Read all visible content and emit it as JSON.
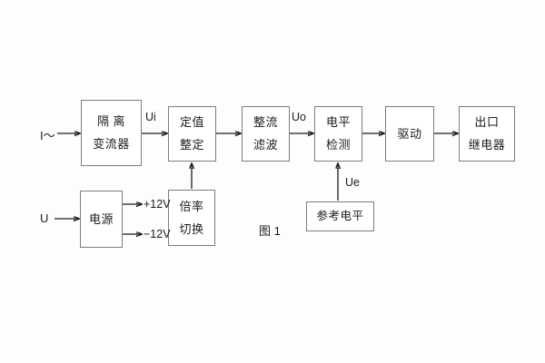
{
  "figure": {
    "caption": "图 1",
    "type": "block-diagram",
    "background_color": "#fdfdfd",
    "line_color": "#1c1c1c",
    "box_border_color": "#7d7d7d"
  },
  "blocks": [
    {
      "id": "isolation-ct",
      "lines": [
        "隔 离",
        "变流器"
      ]
    },
    {
      "id": "setting",
      "lines": [
        "定值",
        "整定"
      ]
    },
    {
      "id": "rectify-filter",
      "lines": [
        "整流",
        "滤波"
      ]
    },
    {
      "id": "level-detect",
      "lines": [
        "电平",
        "检测"
      ]
    },
    {
      "id": "drive",
      "lines": [
        "驱动"
      ]
    },
    {
      "id": "output-relay",
      "lines": [
        "出口",
        "继电器"
      ]
    },
    {
      "id": "power-supply",
      "lines": [
        "电源"
      ]
    },
    {
      "id": "multiplier-switch",
      "lines": [
        "倍率",
        "切换"
      ]
    },
    {
      "id": "reference-level",
      "lines": [
        "参考电平"
      ]
    }
  ],
  "labels": {
    "input_current": "I～",
    "input_voltage": "U",
    "ui": "Ui",
    "uo": "Uo",
    "ue": "Ue",
    "supply_pos": "+12V",
    "supply_neg": "−12V"
  }
}
